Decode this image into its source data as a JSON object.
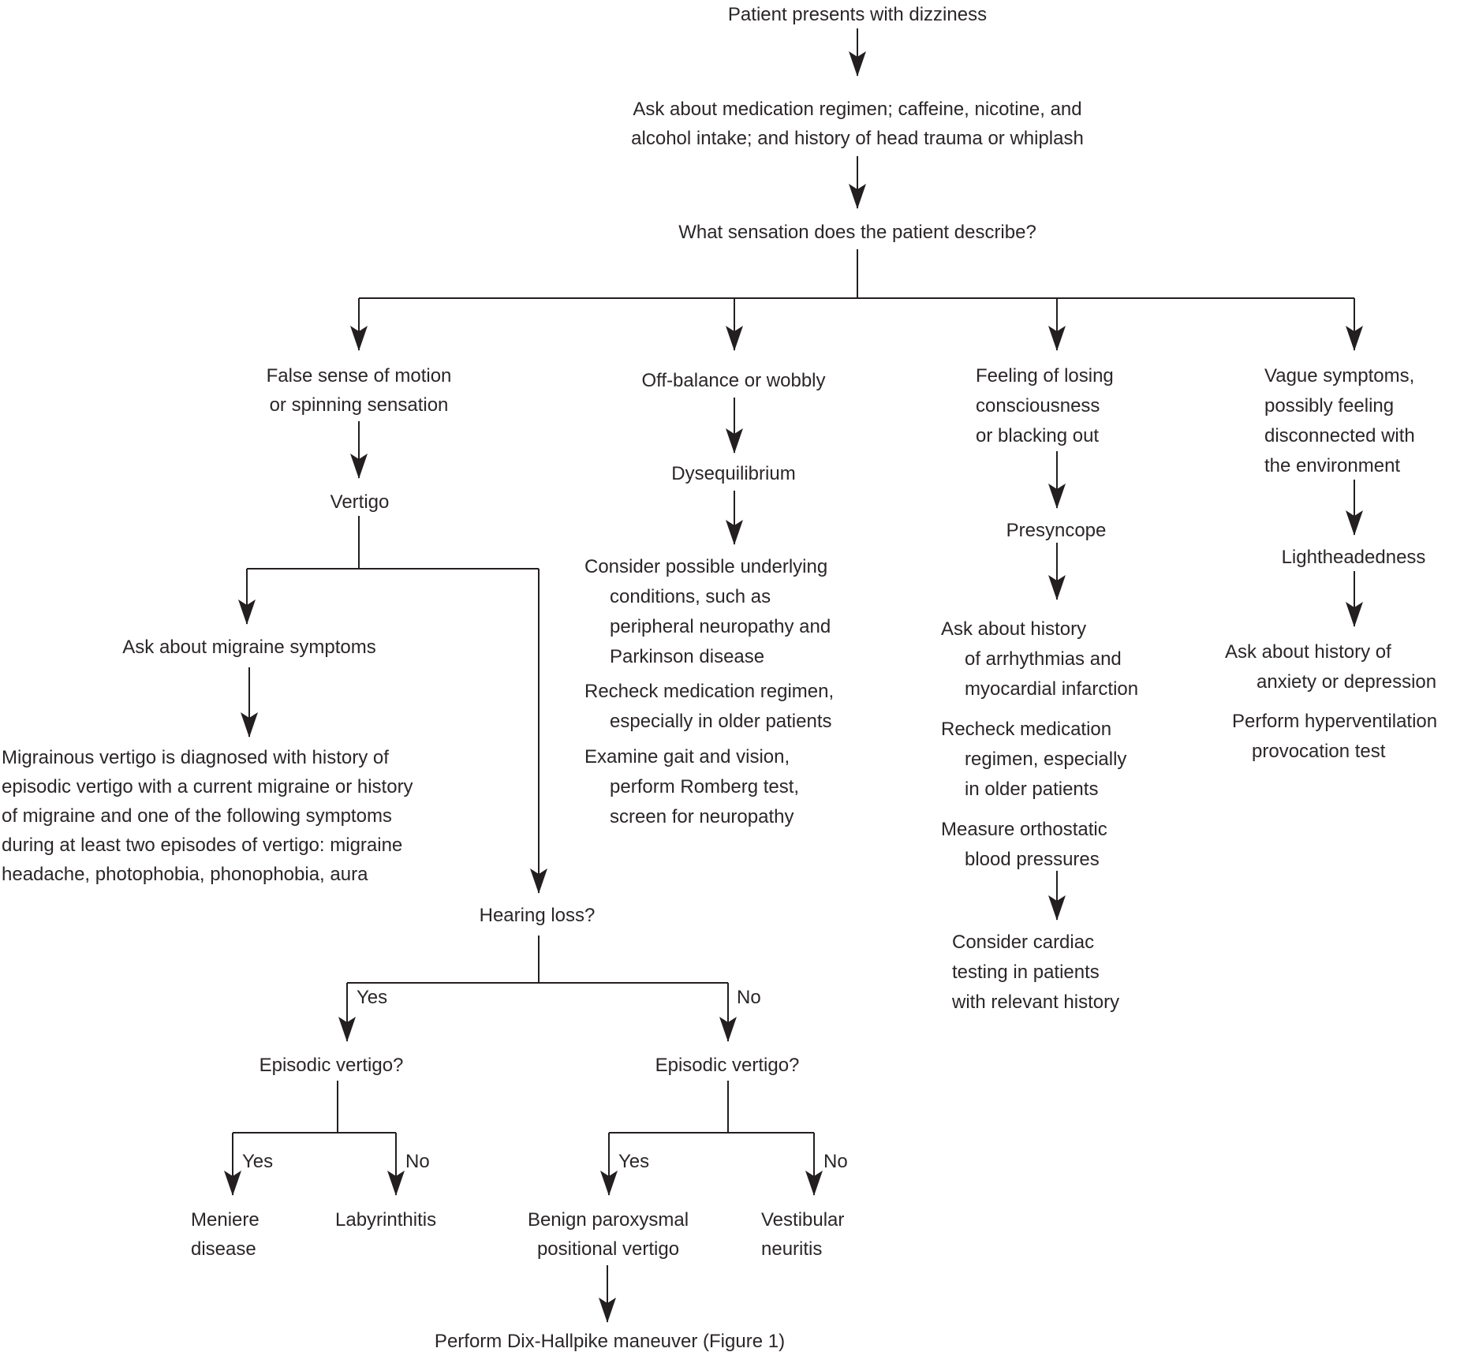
{
  "meta": {
    "background_color": "#ffffff",
    "text_color": "#2b2628",
    "line_color": "#231f20",
    "description": "Clinical flowchart for evaluation of a patient presenting with dizziness"
  },
  "nodes": {
    "start": "Patient presents with dizziness",
    "ask_medication": "Ask about medication regimen; caffeine, nicotine, and\nalcohol intake; and history of head trauma or whiplash",
    "sensation_question": "What sensation does the patient describe?",
    "col1_title": "False sense of motion\nor spinning sensation",
    "vertigo": "Vertigo",
    "ask_migraine": "Ask about migraine symptoms",
    "migrainous_note": "Migrainous vertigo is diagnosed with history of\nepisodic vertigo with a current migraine or history\nof migraine and one of the following symptoms\nduring at least two episodes of vertigo: migraine\nheadache, photophobia, phonophobia, aura",
    "hearing_loss": "Hearing loss?",
    "yes_hearing": "Yes",
    "no_hearing": "No",
    "episodic_left": "Episodic vertigo?",
    "episodic_right": "Episodic vertigo?",
    "yes_left": "Yes",
    "no_left": "No",
    "yes_right": "Yes",
    "no_right": "No",
    "meniere": "Meniere\ndisease",
    "labyrinthitis": "Labyrinthitis",
    "bppv": "Benign paroxysmal\npositional vertigo",
    "vestibular_neuritis": "Vestibular\nneuritis",
    "dix_hallpike": "Perform Dix-Hallpike maneuver (Figure 1)",
    "col2_title": "Off-balance or wobbly",
    "dysequilibrium": "Dysequilibrium",
    "col2_item1": "Consider possible underlying\nconditions, such as\nperipheral neuropathy and\nParkinson disease",
    "col2_item2": "Recheck medication regimen,\nespecially in older patients",
    "col2_item3": "Examine gait and vision,\nperform Romberg test,\nscreen for neuropathy",
    "col3_title": "Feeling of losing\nconsciousness\nor blacking out",
    "presyncope": "Presyncope",
    "col3_item1": "Ask about history\nof arrhythmias and\nmyocardial infarction",
    "col3_item2": "Recheck medication\nregimen, especially\nin older patients",
    "col3_item3": "Measure orthostatic\nblood pressures",
    "consider_cardiac": "Consider cardiac\ntesting in patients\nwith relevant history",
    "col4_title": "Vague symptoms,\npossibly feeling\ndisconnected with\nthe environment",
    "lightheadedness": "Lightheadedness",
    "col4_item1": "Ask about history of\nanxiety or depression",
    "col4_item2": "Perform hyperventilation\nprovocation test"
  }
}
